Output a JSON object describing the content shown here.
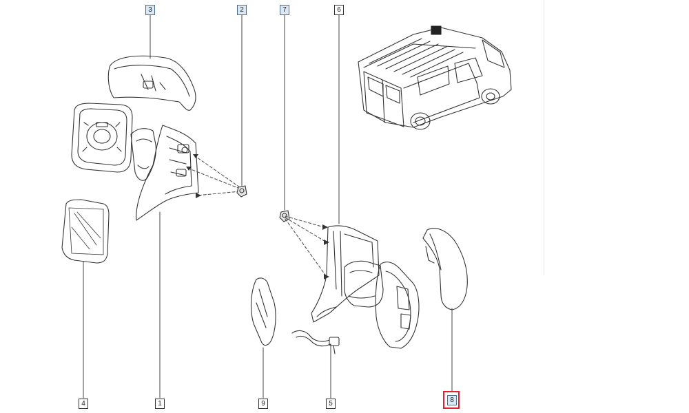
{
  "diagram": {
    "reference_numbers": [
      {
        "id": "ref-3",
        "label": "3",
        "style": "blue",
        "highlighted": false
      },
      {
        "id": "ref-2",
        "label": "2",
        "style": "blue",
        "highlighted": false
      },
      {
        "id": "ref-7",
        "label": "7",
        "style": "blue",
        "highlighted": false
      },
      {
        "id": "ref-6",
        "label": "6",
        "style": "plain",
        "highlighted": false
      },
      {
        "id": "ref-4",
        "label": "4",
        "style": "plain",
        "highlighted": false
      },
      {
        "id": "ref-1",
        "label": "1",
        "style": "plain",
        "highlighted": false
      },
      {
        "id": "ref-9",
        "label": "9",
        "style": "plain",
        "highlighted": false
      },
      {
        "id": "ref-5",
        "label": "5",
        "style": "plain",
        "highlighted": false
      },
      {
        "id": "ref-8",
        "label": "8",
        "style": "blue",
        "highlighted": true
      }
    ],
    "highlight_color": "#e0202a",
    "blue_box_color": "#dbe9f6"
  }
}
